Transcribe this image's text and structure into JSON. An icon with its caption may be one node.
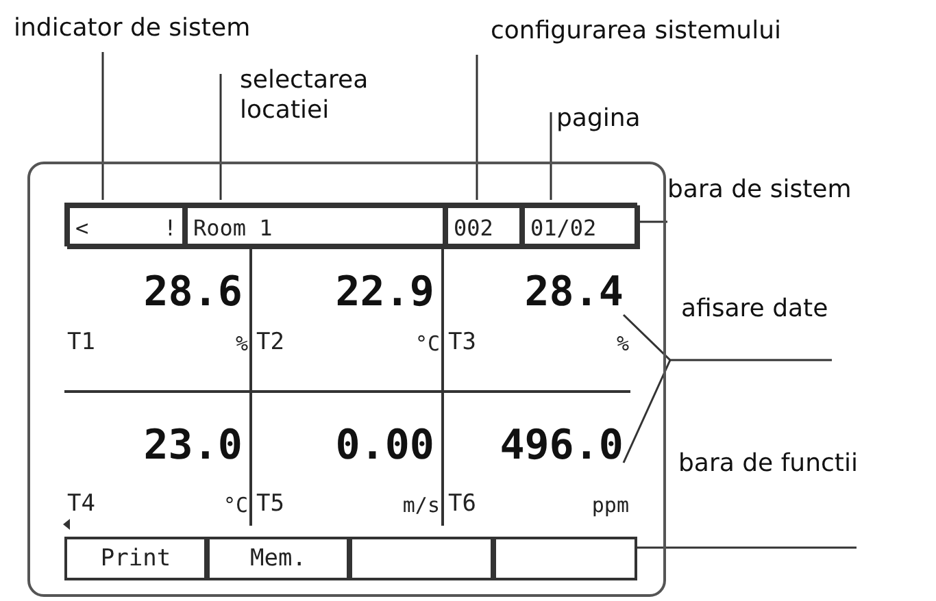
{
  "diagram": {
    "nodes": [
      {
        "text": [
          "indicator de sistem"
        ]
      },
      {
        "text": [
          "configurarea sistemului"
        ]
      },
      {
        "text": [
          "selectarea locatiei"
        ]
      },
      {
        "text": [
          "pagina"
        ]
      },
      {
        "text": [],
        "shape": "box"
      },
      {
        "text": [],
        "shape": "bar",
        "in": 4
      },
      {
        "text": [
          "<",
          "!"
        ],
        "in": 5
      },
      {
        "text": [
          "Room 1"
        ],
        "in": 5
      },
      {
        "text": [
          "002"
        ],
        "in": 5
      },
      {
        "text": [
          "01/02"
        ],
        "in": 5
      },
      {
        "text": [
          "bara de sistem"
        ]
      },
      {
        "text": [
          "28.6",
          "T1",
          "%"
        ],
        "in": 4
      },
      {
        "text": [
          "22.9",
          "T2",
          "°C"
        ],
        "in": 4
      },
      {
        "text": [
          "28.4",
          "T3",
          "%"
        ],
        "in": 4
      },
      {
        "text": [
          "afisare date"
        ]
      },
      {
        "text": [
          "23.0",
          "T4",
          "°C"
        ],
        "in": 4
      },
      {
        "text": [
          "0.00",
          "T5",
          "m/s"
        ],
        "in": 4
      },
      {
        "text": [
          "496.0",
          "T6",
          "ppm"
        ],
        "in": 4
      },
      {
        "text": [
          "bara de functii"
        ]
      },
      {
        "text": [],
        "shape": "bar",
        "in": 4
      },
      {
        "text": [
          "Print"
        ],
        "in": 19
      },
      {
        "text": [
          "Mem."
        ],
        "in": 19
      },
      {
        "text": [],
        "shape": "box",
        "in": 19
      },
      {
        "text": [],
        "shape": "box",
        "in": 19
      }
    ],
    "edges": [
      {
        "from": 0,
        "to": 6,
        "arrow": "none"
      },
      {
        "from": 2,
        "to": 7,
        "arrow": "none"
      },
      {
        "from": 1,
        "to": 8,
        "arrow": "none"
      },
      {
        "from": 3,
        "to": 9,
        "arrow": "none"
      },
      {
        "from": 10,
        "to": 5,
        "arrow": "none"
      },
      {
        "from": 14,
        "to": 13,
        "arrow": "none"
      },
      {
        "from": 14,
        "to": 17,
        "arrow": "none"
      },
      {
        "from": 18,
        "to": 23,
        "arrow": "none"
      }
    ]
  }
}
